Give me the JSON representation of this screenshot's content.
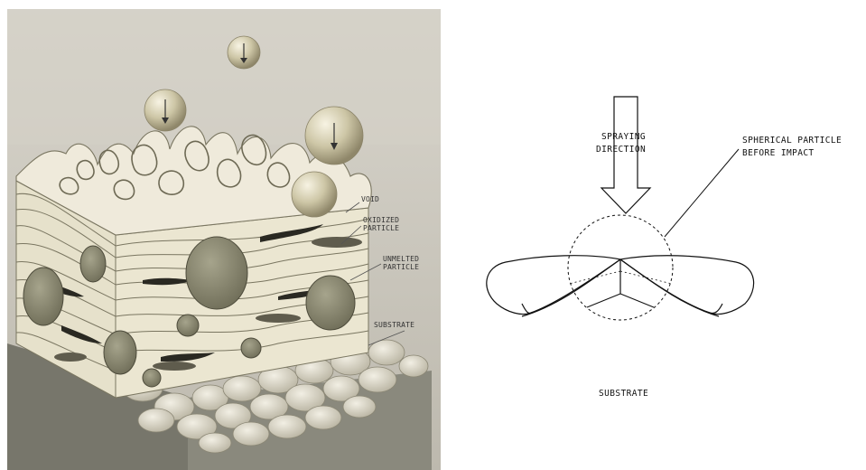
{
  "left_figure": {
    "labels": {
      "void": "VOID",
      "oxidized_1": "OXIDIZED",
      "oxidized_2": "PARTICLE",
      "unmelted_1": "UNMELTED",
      "unmelted_2": "PARTICLE",
      "substrate": "SUBSTRATE"
    }
  },
  "right_figure": {
    "labels": {
      "spraying_1": "SPRAYING",
      "spraying_2": "DIRECTION",
      "particle_1": "SPHERICAL PARTICLE",
      "particle_2": "BEFORE IMPACT",
      "substrate": "SUBSTRATE"
    }
  }
}
